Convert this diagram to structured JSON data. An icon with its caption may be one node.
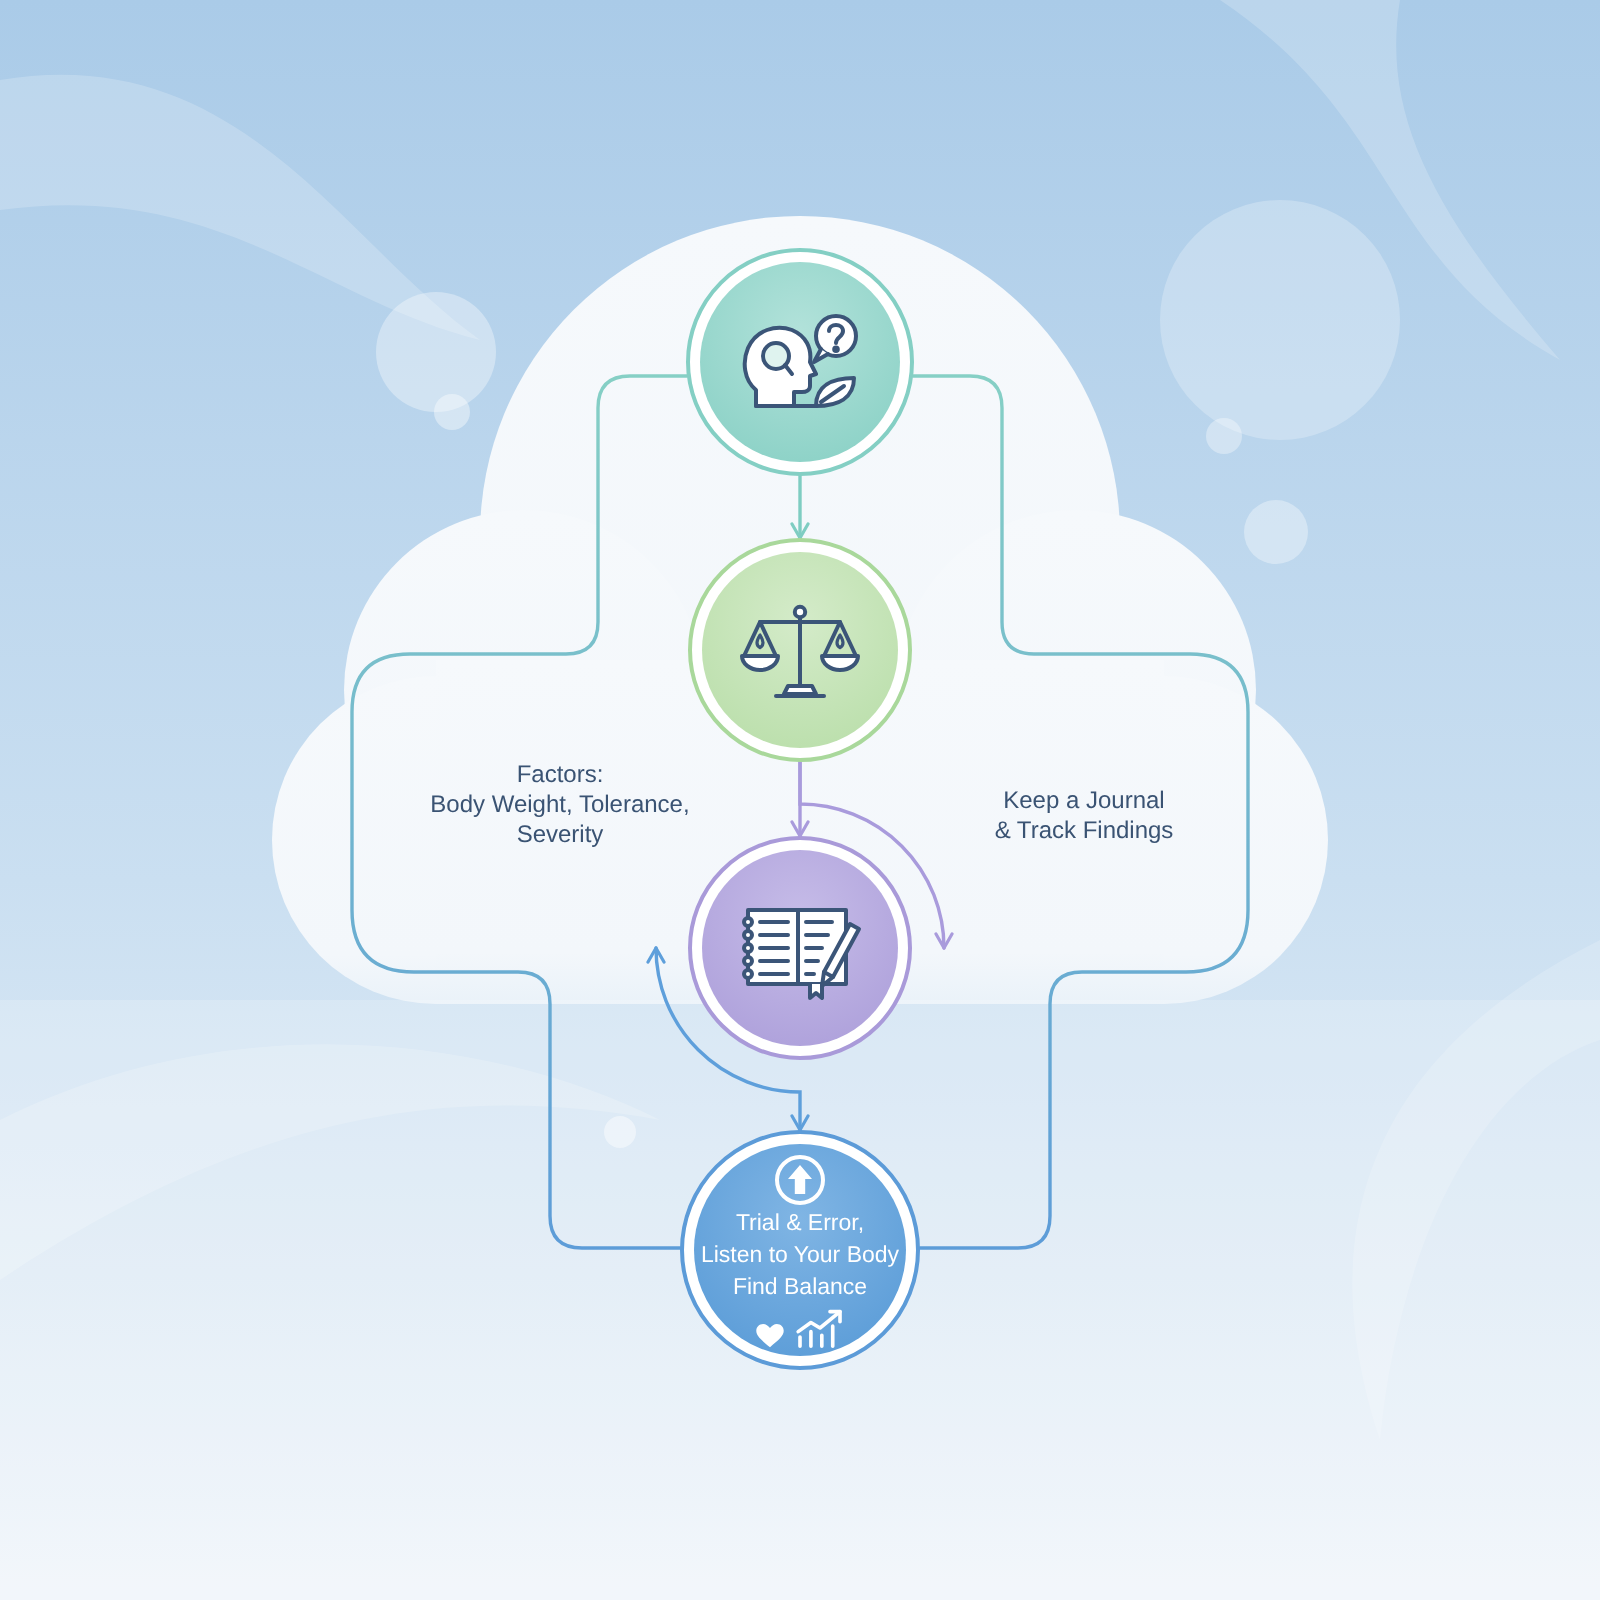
{
  "diagram": {
    "nodes": [
      {
        "text": [],
        "shape": "circle"
      },
      {
        "text": [],
        "shape": "circle"
      },
      {
        "text": [],
        "shape": "circle"
      },
      {
        "text": [
          "Trial & Error,",
          "Listen to Your Body",
          "Find Balance"
        ]
      }
    ],
    "edges": [
      {
        "from": 0,
        "to": 1,
        "arrow": "to",
        "color": "#7fcdc2"
      },
      {
        "from": 1,
        "to": 2,
        "arrow": "to",
        "color": "#a99bdc"
      },
      {
        "from": 1,
        "to": 2,
        "arrow": "to",
        "color": "#a99bdc"
      },
      {
        "from": 2,
        "to": 3,
        "arrow": "both",
        "color": "#5e9fdb"
      },
      {
        "from": 0,
        "to": 3,
        "arrow": "none"
      },
      {
        "from": 0,
        "to": 3,
        "arrow": "none"
      }
    ],
    "labels": [
      "Factors:",
      "Body Weight, Tolerance, Severity",
      "Keep a Journal & Track Findings"
    ]
  }
}
